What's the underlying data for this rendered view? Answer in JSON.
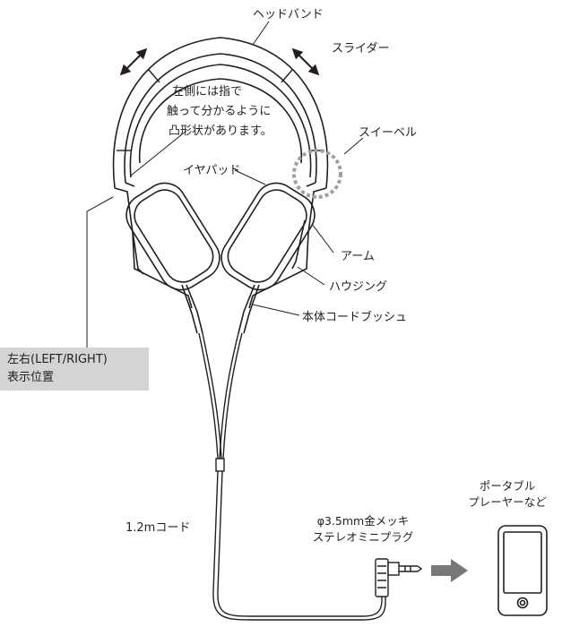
{
  "labels": {
    "headband": "ヘッドバンド",
    "slider": "スライダー",
    "left_note": [
      "左側には指で",
      "触って分かるように",
      "凸形状があります。"
    ],
    "swivel": "スイーベル",
    "earpad": "イヤパッド",
    "arm": "アーム",
    "housing": "ハウジング",
    "cord_bushing": "本体コードブッシュ",
    "lr_indicator": [
      "左右(LEFT/RIGHT)",
      "表示位置"
    ],
    "cord_length": "1.2mコード",
    "plug": [
      "φ3.5mm金メッキ",
      "ステレオミニプラグ"
    ],
    "player": [
      "ポータブル",
      "プレーヤーなど"
    ]
  },
  "colors": {
    "line": "#231f20",
    "note_bg": "#d4d4d4",
    "arrow": "#777777",
    "swivel_circle": "#a0a0a0"
  }
}
